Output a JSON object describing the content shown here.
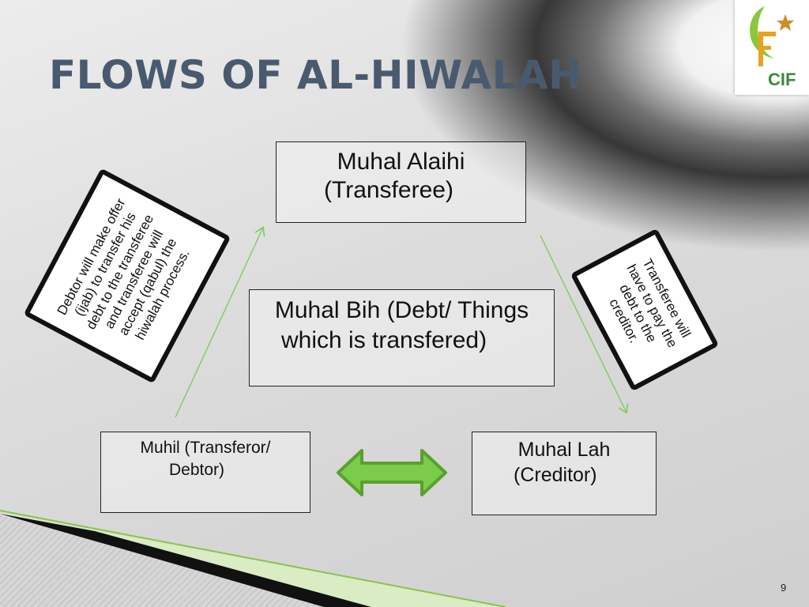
{
  "title": "FLOWS OF AL-HIWALAH",
  "logo": {
    "text": "CIF"
  },
  "nodes": {
    "muhal_alaihi": {
      "line1": "Muhal Alaihi",
      "line2": "(Transferee)"
    },
    "muhal_bih": {
      "line1": "Muhal Bih (Debt/ Things",
      "line2": "which is transfered)"
    },
    "muhil": {
      "line1": "Muhil (Transferor/",
      "line2": "Debtor)"
    },
    "muhal_lah": {
      "line1": "Muhal Lah",
      "line2": "(Creditor)"
    }
  },
  "notes": {
    "left": "Debtor will make offer (ijab) to transfer his debt to the transferee and transferee will accept (qabul) the hiwalah process.",
    "right": "Transferee will have to pay the debt to the creditor."
  },
  "colors": {
    "title": "#4a5a6e",
    "arrow_green": "#6cc04a",
    "arrow_dark_green": "#4a9a2a"
  },
  "page_number": "9"
}
